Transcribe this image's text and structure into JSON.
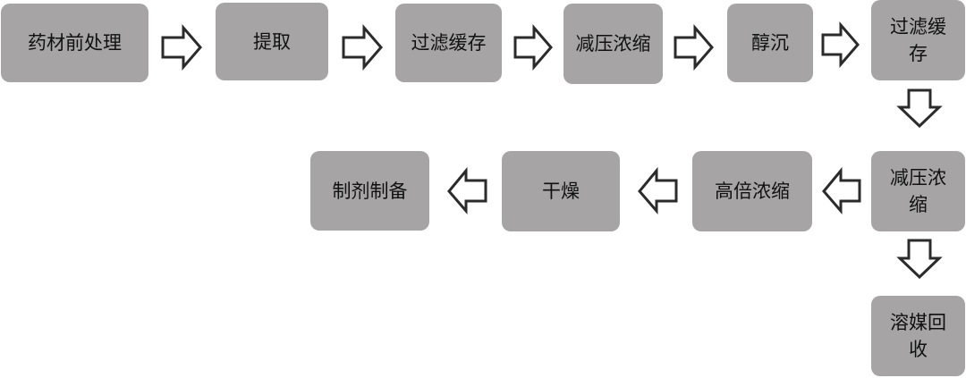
{
  "colors": {
    "box_fill": "#a6a4a4",
    "arrow_stroke": "#2b2b2b",
    "text": "#111111"
  },
  "steps": [
    {
      "label": "药材前处理"
    },
    {
      "label": "提取"
    },
    {
      "label": "过滤缓存"
    },
    {
      "label": "减压浓缩"
    },
    {
      "label": "醇沉"
    },
    {
      "label": "过滤缓存"
    },
    {
      "label": "减压浓缩"
    },
    {
      "label": "高倍浓缩"
    },
    {
      "label": "干燥"
    },
    {
      "label": "制剂制备"
    },
    {
      "label": "溶媒回收"
    }
  ]
}
